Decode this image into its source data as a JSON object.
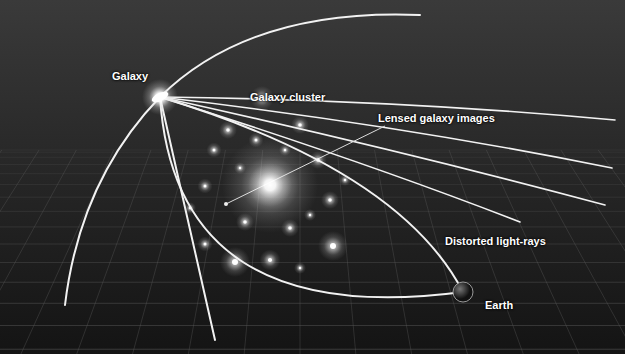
{
  "diagram": {
    "labels": [
      "Galaxy",
      "Galaxy cluster",
      "Lensed galaxy images",
      "Distorted light-rays",
      "Earth"
    ]
  }
}
